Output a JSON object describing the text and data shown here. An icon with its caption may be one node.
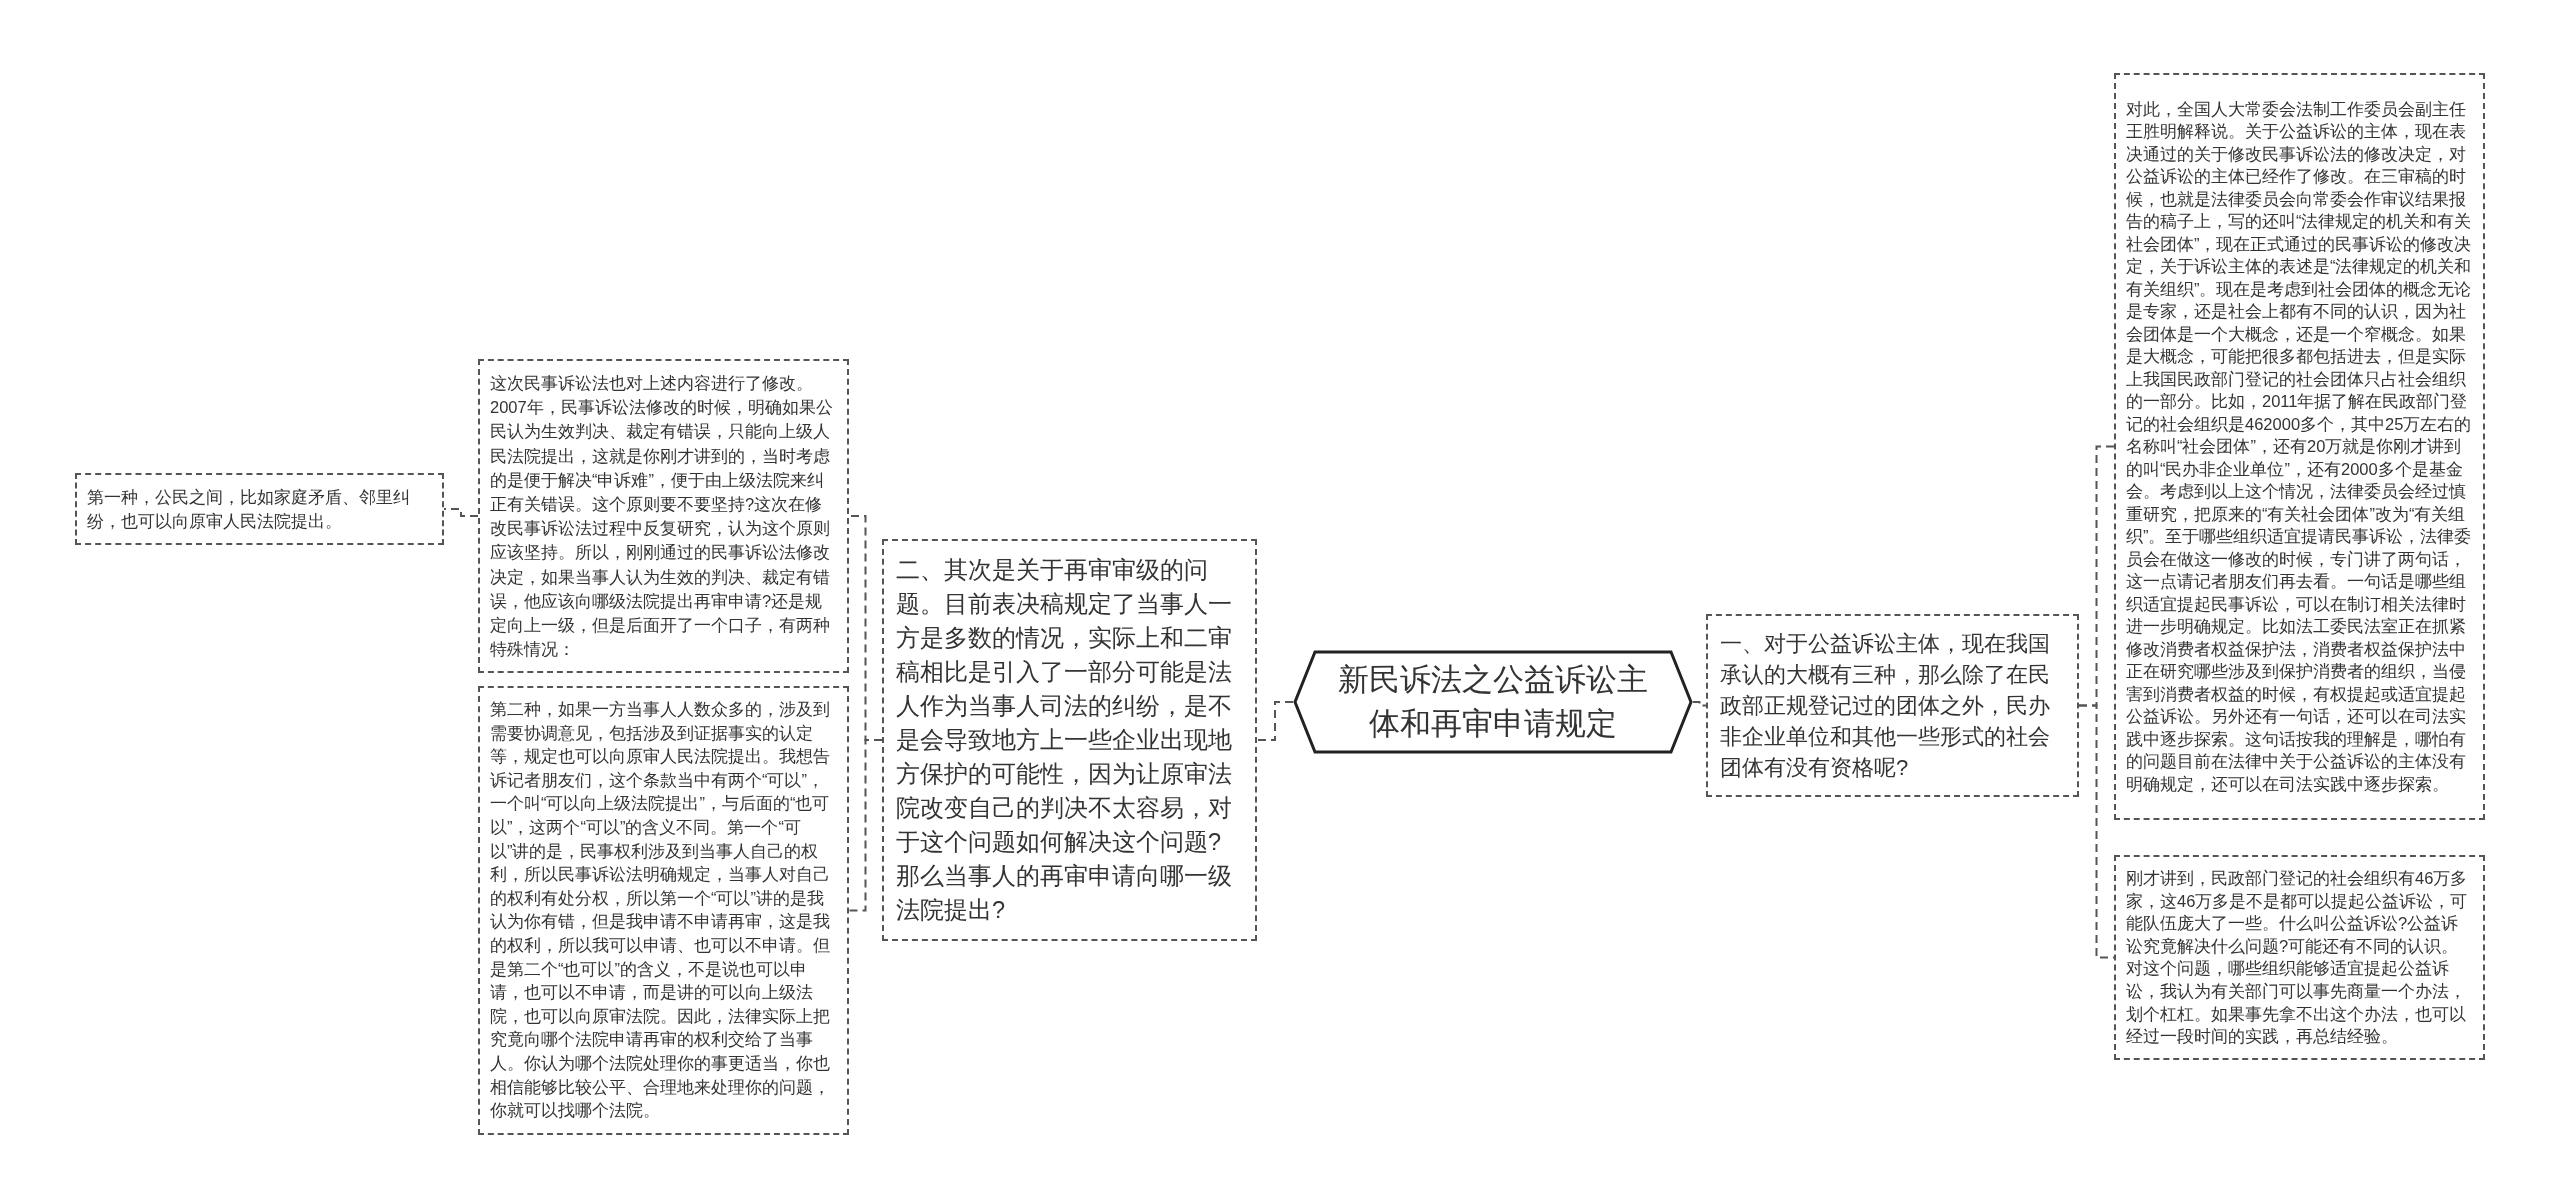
{
  "diagram": {
    "nodes": [
      {
        "text": [
          "新民诉法之公益诉讼主体和再审申请规定"
        ]
      },
      {
        "text": [
          "一、对于公益诉讼主体，现在我国承认的大概有三种，那么除了在民政部正规登记过的团体之外，民办非企业单位和其他一些形式的社会团体有没有资格呢?"
        ]
      },
      {
        "text": [
          "对此，全国人大常委会法制工作委员会副主任王胜明解释说。关于公益诉讼的主体，现在表决通过的关于修改民事诉讼法的修改决定，对公益诉讼的主体已经作了修改。在三审稿的时候，也就是法律委员会向常委会作审议结果报告的稿子上，写的还叫“法律规定的机关和有关社会团体”，现在正式通过的民事诉讼的修改决定，关于诉讼主体的表述是“法律规定的机关和有关组织”。现在是考虑到社会团体的概念无论是专家，还是社会上都有不同的认识，因为社会团体是一个大概念，还是一个窄概念。如果是大概念，可能把很多都包括进去，但是实际上我国民政部门登记的社会团体只占社会组织的一部分。比如，2011年据了解在民政部门登记的社会组织是462000多个，其中25万左右的名称叫“社会团体”，还有20万就是你刚才讲到的叫“民办非企业单位”，还有2000多个是基金会。考虑到以上这个情况，法律委员会经过慎重研究，把原来的“有关社会团体”改为“有关组织”。至于哪些组织适宜提请民事诉讼，法律委员会在做这一修改的时候，专门讲了两句话，这一点请记者朋友们再去看。一句话是哪些组织适宜提起民事诉讼，可以在制订相关法律时进一步明确规定。比如法工委民法室正在抓紧修改消费者权益保护法，消费者权益保护法中正在研究哪些涉及到保护消费者的组织，当侵害到消费者权益的时候，有权提起或适宜提起公益诉讼。另外还有一句话，还可以在司法实践中逐步探索。这句话按我的理解是，哪怕有的问题目前在法律中关于公益诉讼的主体没有明确规定，还可以在司法实践中逐步探索。"
        ]
      },
      {
        "text": [
          "刚才讲到，民政部门登记的社会组织有46万多家，这46万多是不是都可以提起公益诉讼，可能队伍庞大了一些。什么叫公益诉讼?公益诉讼究竟解决什么问题?可能还有不同的认识。对这个问题，哪些组织能够适宜提起公益诉讼，我认为有关部门可以事先商量一个办法，划个杠杠。如果事先拿不出这个办法，也可以经过一段时间的实践，再总结经验。"
        ]
      },
      {
        "text": [
          "二、其次是关于再审审级的问题。目前表决稿规定了当事人一方是多数的情况，实际上和二审稿相比是引入了一部分可能是法人作为当事人司法的纠纷，是不是会导致地方上一些企业出现地方保护的可能性，因为让原审法院改变自己的判决不太容易，对于这个问题如何解决这个问题?那么当事人的再审申请向哪一级法院提出?"
        ]
      },
      {
        "text": [
          "这次民事诉讼法也对上述内容进行了修改。2007年，民事诉讼法修改的时候，明确如果公民认为生效判决、裁定有错误，只能向上级人民法院提出，这就是你刚才讲到的，当时考虑的是便于解决“申诉难”，便于由上级法院来纠正有关错误。这个原则要不要坚持?这次在修改民事诉讼法过程中反复研究，认为这个原则应该坚持。所以，刚刚通过的民事诉讼法修改决定，如果当事人认为生效的判决、裁定有错误，他应该向哪级法院提出再审申请?还是规定向上一级，但是后面开了一个口子，有两种特殊情况："
        ]
      },
      {
        "text": [
          "第一种，公民之间，比如家庭矛盾、邻里纠纷，也可以向原审人民法院提出。"
        ]
      },
      {
        "text": [
          "第二种，如果一方当事人人数众多的，涉及到需要协调意见，包括涉及到证据事实的认定等，规定也可以向原审人民法院提出。我想告诉记者朋友们，这个条款当中有两个“可以”，一个叫“可以向上级法院提出”，与后面的“也可以”，这两个“可以”的含义不同。第一个“可以”讲的是，民事权利涉及到当事人自己的权利，所以民事诉讼法明确规定，当事人对自己的权利有处分权，所以第一个“可以”讲的是我认为你有错，但是我申请不申请再审，这是我的权利，所以我可以申请、也可以不申请。但是第二个“也可以”的含义，不是说也可以申请，也可以不申请，而是讲的可以向上级法院，也可以向原审法院。因此，法律实际上把究竟向哪个法院申请再审的权利交给了当事人。你认为哪个法院处理你的事更适当，你也相信能够比较公平、合理地来处理你的问题，你就可以找哪个法院。"
        ]
      }
    ],
    "edges": [
      {
        "from": 0,
        "to": 1,
        "arrow": "none"
      },
      {
        "from": 1,
        "to": 2,
        "arrow": "none"
      },
      {
        "from": 1,
        "to": 3,
        "arrow": "none"
      },
      {
        "from": 0,
        "to": 4,
        "arrow": "none"
      },
      {
        "from": 4,
        "to": 5,
        "arrow": "none"
      },
      {
        "from": 4,
        "to": 7,
        "arrow": "none"
      },
      {
        "from": 5,
        "to": 6,
        "arrow": "none"
      }
    ]
  }
}
